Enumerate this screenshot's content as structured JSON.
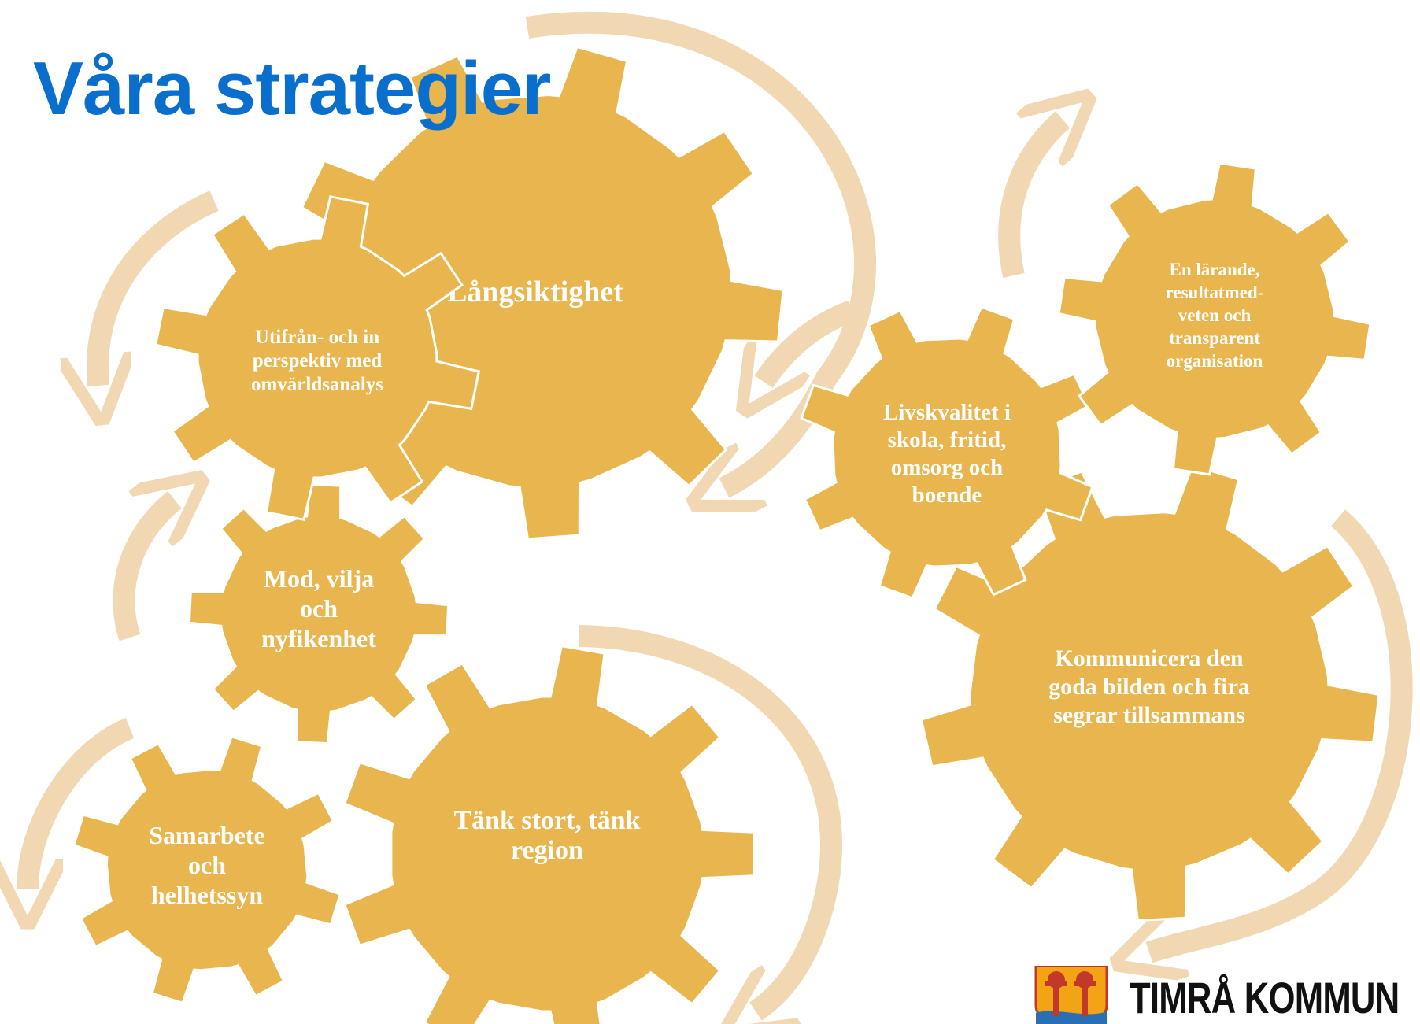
{
  "title": "Våra strategier",
  "colors": {
    "gear": "#E8B54E",
    "arrow": "#F1D8B2",
    "title": "#0A6FCC",
    "text": "#FFFFFF"
  },
  "gears": [
    {
      "id": "langsiktighet",
      "lines": [
        "Långsiktighet"
      ]
    },
    {
      "id": "utifran",
      "lines": [
        "Utifrån- och in",
        "perspektiv med",
        "omvärldsanalys"
      ]
    },
    {
      "id": "mod",
      "lines": [
        "Mod, vilja",
        "och",
        "nyfikenhet"
      ]
    },
    {
      "id": "samarbete",
      "lines": [
        "Samarbete",
        "och",
        "helhetssyn"
      ]
    },
    {
      "id": "tank",
      "lines": [
        "Tänk stort, tänk",
        "region"
      ]
    },
    {
      "id": "livskvalitet",
      "lines": [
        "Livskvalitet i",
        "skola, fritid,",
        "omsorg och",
        "boende"
      ]
    },
    {
      "id": "larande",
      "lines": [
        "En lärande,",
        "resultatmed-",
        "veten och",
        "transparent",
        "organisation"
      ]
    },
    {
      "id": "kommunicera",
      "lines": [
        "Kommunicera den",
        "goda bilden och fira",
        "segrar tillsammans"
      ]
    }
  ],
  "logo": {
    "text": "TIMRÅ KOMMUN",
    "icon": "timra-coat-of-arms-icon"
  }
}
